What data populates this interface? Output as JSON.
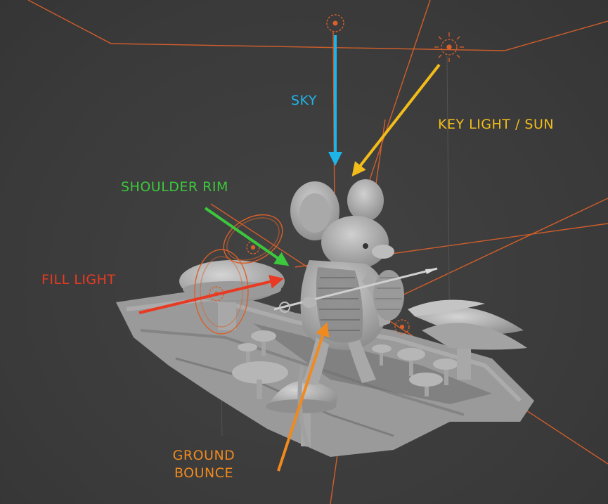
{
  "viewport": {
    "background": "#3d3d3d",
    "light_gizmo_color": "#e0642c",
    "model_color": "#bdbdbd"
  },
  "annotations": {
    "sky": {
      "text": "SKY",
      "color": "#1fb4e8"
    },
    "key_light": {
      "text": "KEY LIGHT / SUN",
      "color": "#f2bd1a"
    },
    "shoulder_rim": {
      "text": "SHOULDER RIM",
      "color": "#3cc83c"
    },
    "fill_light": {
      "text": "FILL LIGHT",
      "color": "#e83a22"
    },
    "ground_bounce": {
      "line1": "GROUND",
      "line2": "BOUNCE",
      "color": "#f08a1e"
    }
  }
}
